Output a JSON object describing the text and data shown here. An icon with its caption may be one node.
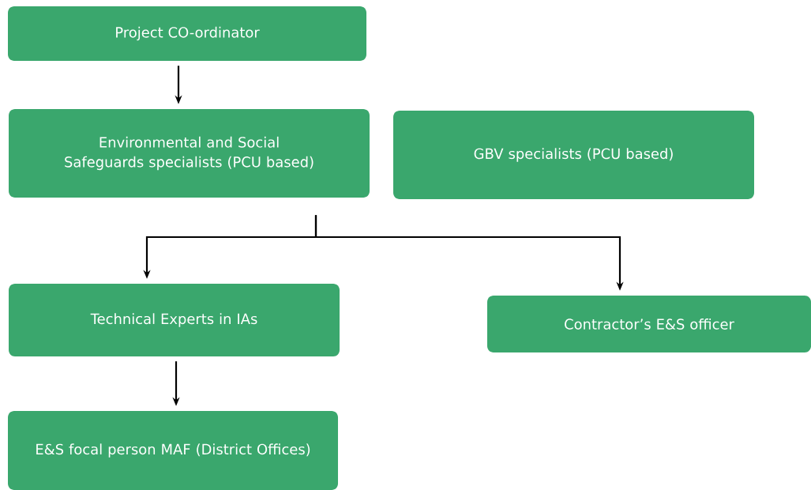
{
  "diagram": {
    "nodes": [
      {
        "text": [
          "Project CO-ordinator"
        ]
      },
      {
        "text": [
          "Environmental and Social Safeguards specialists (PCU based)"
        ]
      },
      {
        "text": [
          "GBV specialists (PCU based)"
        ]
      },
      {
        "text": [
          "Technical Experts in IAs"
        ]
      },
      {
        "text": [
          "Contractor’s E&S officer"
        ]
      },
      {
        "text": [
          "E&S focal person MAF (District Offices)"
        ]
      }
    ],
    "edges": [
      {
        "from": 0,
        "to": 1,
        "arrow": "to"
      },
      {
        "from": 1,
        "to": 3,
        "arrow": "to"
      },
      {
        "from": 1,
        "to": 4,
        "arrow": "to"
      },
      {
        "from": 3,
        "to": 5,
        "arrow": "to"
      }
    ]
  }
}
